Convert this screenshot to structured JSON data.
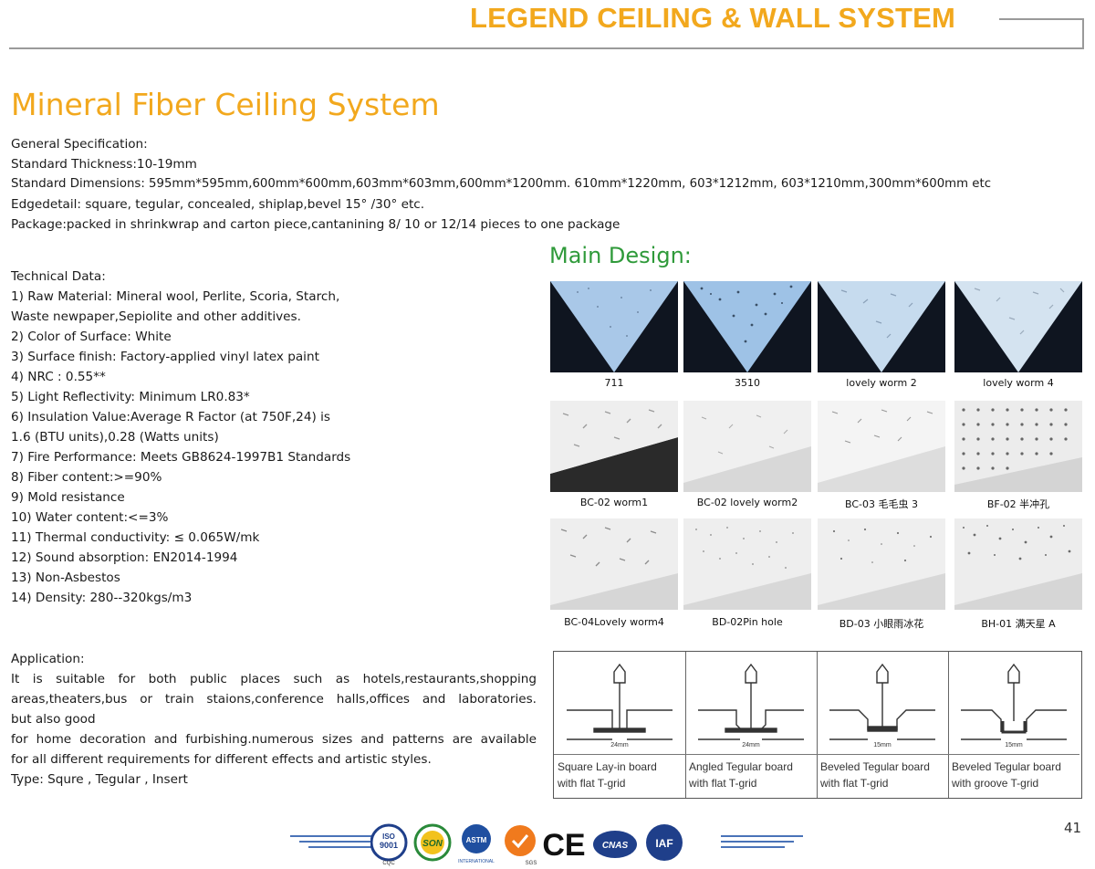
{
  "header": {
    "brand": "LEGEND CEILING & WALL SYSTEM"
  },
  "title": "Mineral Fiber Ceiling System",
  "general": [
    "General Specification:",
    "Standard Thickness:10-19mm",
    "Standard Dimensions: 595mm*595mm,600mm*600mm,603mm*603mm,600mm*1200mm. 610mm*1220mm, 603*1212mm, 603*1210mm,300mm*600mm etc",
    "Edgedetail: square, tegular, concealed, shiplap,bevel 15°  /30°  etc.",
    "Package:packed in shrinkwrap and carton piece,cantanining 8/ 10 or 12/14 pieces to one package"
  ],
  "technical": [
    "Technical Data:",
    "1) Raw Material: Mineral wool, Perlite, Scoria, Starch,",
    "Waste newpaper,Sepiolite and other additives.",
    "2) Color of Surface: White",
    "3) Surface finish: Factory-applied vinyl latex paint",
    "4) NRC : 0.55**",
    "5) Light Reflectivity: Minimum LR0.83*",
    "6) Insulation Value:Average R Factor (at 750F,24) is",
    "1.6 (BTU units),0.28 (Watts units)",
    "7) Fire Performance: Meets GB8624-1997B1 Standards",
    "8) Fiber content:>=90%",
    "9) Mold resistance",
    "10) Water content:<=3%",
    "11) Thermal conductivity: ≤ 0.065W/mk",
    "12) Sound absorption: EN2014-1994",
    "13) Non-Asbestos",
    "14) Density: 280--320kgs/m3"
  ],
  "application": {
    "heading": "Application:",
    "line1": "It is suitable for both public places such as hotels,restaurants,shopping",
    "line2": "areas,theaters,bus or train staions,conference halls,offices and laboratories.",
    "line3": "but also good",
    "line4": "for home decoration and furbishing.numerous sizes and patterns are available",
    "line5": "for all different requirements for different effects and artistic styles.",
    "line6": "Type: Squre , Tegular , Insert"
  },
  "main_design": {
    "heading": "Main Design:",
    "designs": [
      {
        "name": "711"
      },
      {
        "name": "3510"
      },
      {
        "name": "lovely worm 2"
      },
      {
        "name": "lovely worm 4"
      },
      {
        "name": "BC-02  worm1"
      },
      {
        "name": "BC-02 lovely worm2"
      },
      {
        "name": "BC-03 毛毛虫 3"
      },
      {
        "name": "BF-02 半冲孔"
      },
      {
        "name": "BC-04Lovely worm4"
      },
      {
        "name": "BD-02Pin hole"
      },
      {
        "name": "BD-03 小眼雨冰花"
      },
      {
        "name": "BH-01 满天星 A"
      }
    ]
  },
  "grids": {
    "dimension_24": "24mm",
    "dimension_15": "15mm",
    "items": [
      {
        "line1": "Square Lay-in board",
        "line2": "with flat T-grid"
      },
      {
        "line1": "Angled Tegular board",
        "line2": "with flat T-grid"
      },
      {
        "line1": "Beveled Tegular board",
        "line2": "with flat T-grid"
      },
      {
        "line1": "Beveled Tegular board",
        "line2": "with groove T-grid"
      }
    ]
  },
  "certifications": {
    "iso": "ISO",
    "iso_num": "9001",
    "iso_sub": "CQC",
    "son": "SON",
    "astm": "ASTM",
    "astm_sub": "INTERNATIONAL",
    "sgs": "SGS",
    "ce": "CE",
    "cnas": "CNAS",
    "iaf": "IAF"
  },
  "page_number": "41",
  "colors": {
    "brand": "#f2a81d",
    "green": "#2f9a3a",
    "blue": "#4a73b8"
  }
}
